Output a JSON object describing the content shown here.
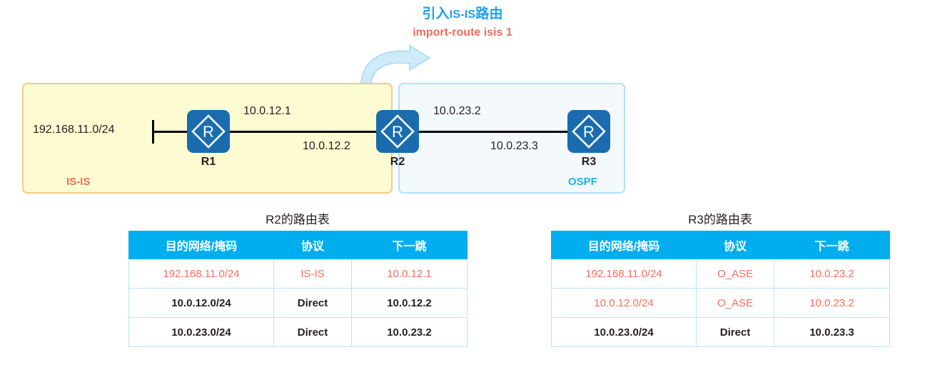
{
  "annotation": {
    "title_cn_prefix": "引入",
    "title_cn_latin": "IS-IS",
    "title_cn_suffix": "路由",
    "title_cn_full": "引入IS-IS路由",
    "command": "import-route isis 1",
    "title_color": "#1f9fe8",
    "command_color": "#e8705a",
    "arrow_icon": "curved-arrow-right",
    "arrow_color": "#bfe6f8"
  },
  "topology": {
    "zones": [
      {
        "id": "isis",
        "label": "IS-IS",
        "fill": "#fdfbd1",
        "border": "#f7c884",
        "label_color": "#e8705a"
      },
      {
        "id": "ospf",
        "label": "OSPF",
        "fill": "#f3f9fd",
        "border": "#b3e0f6",
        "label_color": "#19b5f1"
      }
    ],
    "routers": [
      {
        "id": "r1",
        "name": "R1",
        "icon": "router-icon",
        "color": "#1a6cae"
      },
      {
        "id": "r2",
        "name": "R2",
        "icon": "router-icon",
        "color": "#1a6cae"
      },
      {
        "id": "r3",
        "name": "R3",
        "icon": "router-icon",
        "color": "#1a6cae"
      }
    ],
    "link_labels": {
      "lan_r1": "192.168.11.0/24",
      "r1_r2_above": "10.0.12.1",
      "r1_r2_below": "10.0.12.2",
      "r2_r3_above": "10.0.23.2",
      "r2_r3_below": "10.0.23.3"
    }
  },
  "tables": [
    {
      "id": "r2-route-table",
      "title": "R2的路由表",
      "headers": [
        "目的网络/掩码",
        "协议",
        "下一跳"
      ],
      "rows": [
        {
          "cells": [
            "192.168.11.0/24",
            "IS-IS",
            "10.0.12.1"
          ],
          "highlight": true
        },
        {
          "cells": [
            "10.0.12.0/24",
            "Direct",
            "10.0.12.2"
          ],
          "highlight": false
        },
        {
          "cells": [
            "10.0.23.0/24",
            "Direct",
            "10.0.23.2"
          ],
          "highlight": false
        }
      ]
    },
    {
      "id": "r3-route-table",
      "title": "R3的路由表",
      "headers": [
        "目的网络/掩码",
        "协议",
        "下一跳"
      ],
      "rows": [
        {
          "cells": [
            "192.168.11.0/24",
            "O_ASE",
            "10.0.23.2"
          ],
          "highlight": true
        },
        {
          "cells": [
            "10.0.12.0/24",
            "O_ASE",
            "10.0.23.2"
          ],
          "highlight": true
        },
        {
          "cells": [
            "10.0.23.0/24",
            "Direct",
            "10.0.23.3"
          ],
          "highlight": false
        }
      ]
    }
  ],
  "palette": {
    "header_blue": "#00aeef",
    "cell_border": "#b8e4f8",
    "highlight_text": "#f2705a",
    "router_blue": "#1a6cae"
  }
}
